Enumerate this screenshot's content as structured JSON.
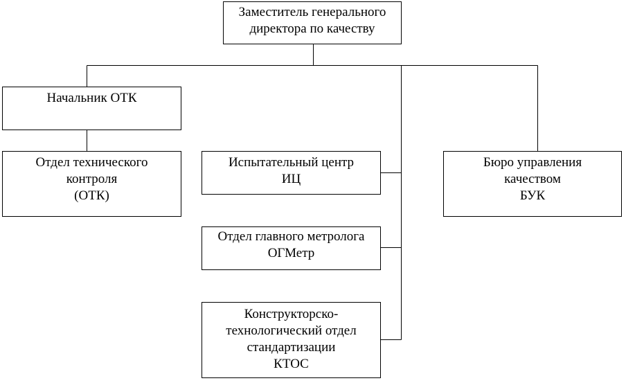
{
  "diagram": {
    "deputy": [
      "Заместитель генерального",
      "директора по качеству"
    ],
    "chief_otk": [
      "Начальник ОТК"
    ],
    "otk_dept": [
      "Отдел технического",
      "контроля",
      "(ОТК)"
    ],
    "test_center": [
      "Испытательный центр",
      "ИЦ"
    ],
    "metrology": [
      "Отдел главного метролога",
      "ОГМетр"
    ],
    "ktos": [
      "Конструкторско-",
      "технологический отдел",
      "стандартизации",
      "КТОС"
    ],
    "buk": [
      "Бюро управления",
      "качеством",
      "БУК"
    ]
  }
}
